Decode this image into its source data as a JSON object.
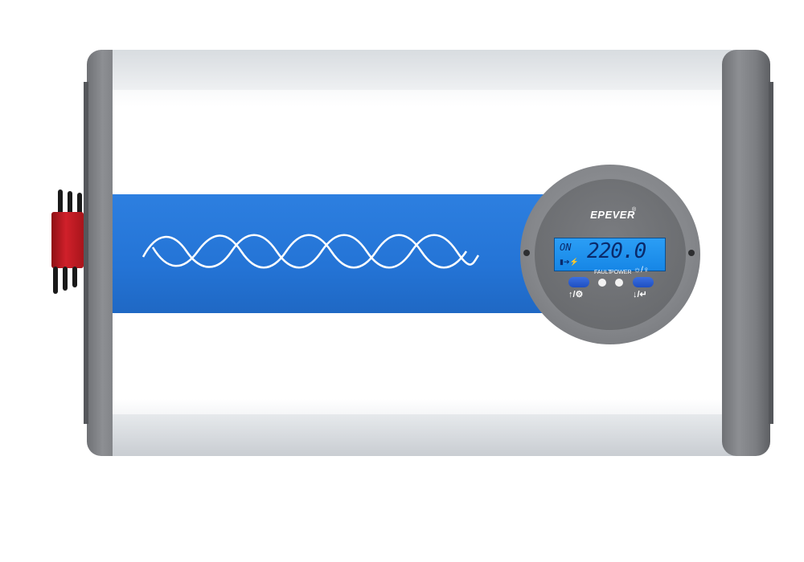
{
  "product": {
    "brand": "EPEVER",
    "registered_mark": "®"
  },
  "display": {
    "mode_text": "ON",
    "value_text": "220.0"
  },
  "indicators": {
    "fault_label": "FAULT",
    "power_label": "POWER"
  },
  "buttons": {
    "left_caption": "↑/⚙",
    "right_caption": "↓/↵",
    "light_icon": "☼/♀"
  },
  "colors": {
    "band_blue": "#2474d6",
    "lcd_blue": "#1686e6",
    "housing_white": "#ffffff",
    "endcap_gray": "#7c7e82",
    "connector_red": "#d0202a"
  },
  "icons": [
    "sine-wave-icon",
    "battery-icon",
    "gear-icon",
    "enter-icon",
    "backlight-icon"
  ]
}
